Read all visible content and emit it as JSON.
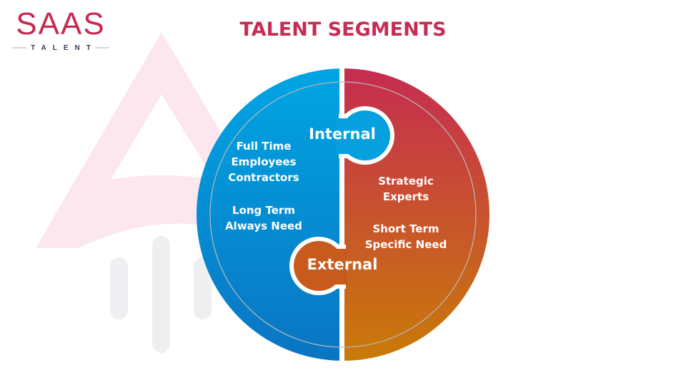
{
  "logo": {
    "main": "SAAS",
    "sub": "TALENT"
  },
  "title": "TALENT SEGMENTS",
  "colors": {
    "brand": "#c62d54",
    "internal_top": "#00a6e4",
    "internal_bottom": "#0a74c2",
    "external_top": "#c62b52",
    "external_bottom": "#c97b06",
    "external_knob": "#c75a1c"
  },
  "diagram": {
    "internal": {
      "label": "Internal",
      "lines": [
        "Full Time",
        "Employees",
        "Contractors"
      ],
      "lines2": [
        "Long Term",
        "Always Need"
      ]
    },
    "external": {
      "label": "External",
      "lines": [
        "Strategic",
        "Experts"
      ],
      "lines2": [
        "Short Term",
        "Specific Need"
      ]
    }
  }
}
